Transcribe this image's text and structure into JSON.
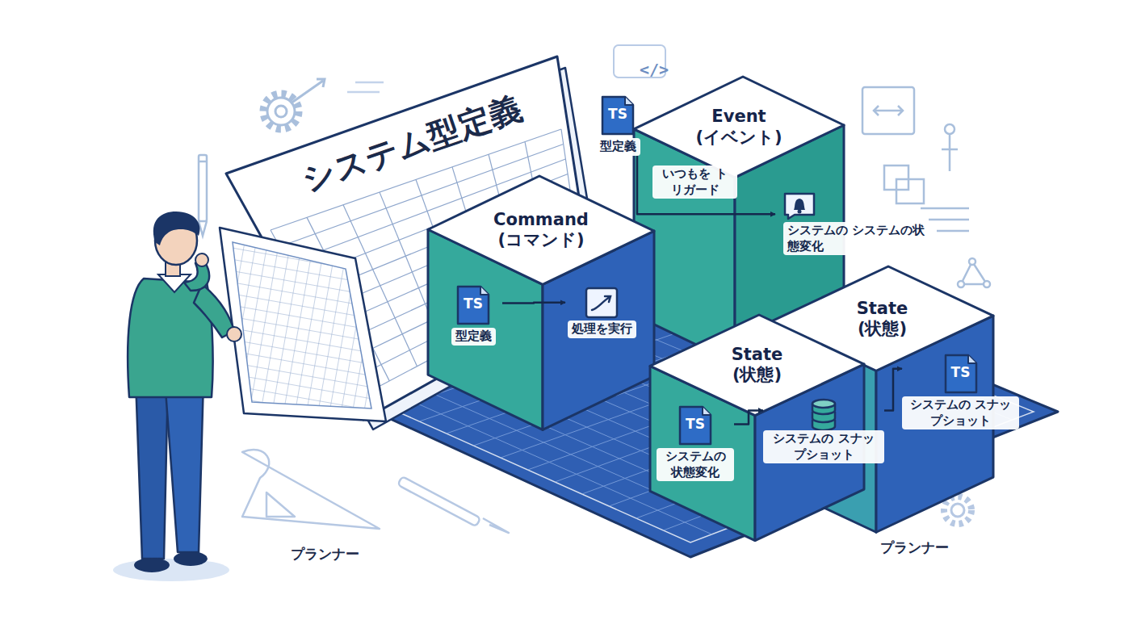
{
  "diagram": {
    "nodes": [
      {
        "text": [
          "システム型定義"
        ]
      },
      {
        "text": [
          "Event (イベント)",
          "いつもを トリガード"
        ]
      },
      {
        "text": [
          "TS",
          "型定義"
        ]
      },
      {
        "text": [
          "システムの システムの状態変化"
        ],
        "in": 1
      },
      {
        "text": [
          "Command (コマンド)"
        ]
      },
      {
        "text": [
          "TS",
          "型定義"
        ],
        "in": 4
      },
      {
        "text": [
          "処理を実行"
        ],
        "in": 4
      },
      {
        "text": [
          "State (状態)"
        ]
      },
      {
        "text": [
          "TS",
          "システムの スナップショット"
        ],
        "in": 7
      },
      {
        "text": [
          "State (状態)"
        ]
      },
      {
        "text": [
          "TS",
          "システムの 状態変化"
        ],
        "in": 9
      },
      {
        "text": [
          "システムの スナップショット"
        ],
        "in": 9
      }
    ],
    "edges": [
      {
        "from": 2,
        "to": 3,
        "arrow": "to"
      },
      {
        "from": 5,
        "to": 6,
        "arrow": "to"
      },
      {
        "from": 10,
        "to": 11,
        "arrow": "to"
      },
      {
        "from": 11,
        "to": 8,
        "arrow": "to"
      }
    ],
    "labels": [
      "</>",
      "プランナー",
      "プランナー"
    ]
  }
}
